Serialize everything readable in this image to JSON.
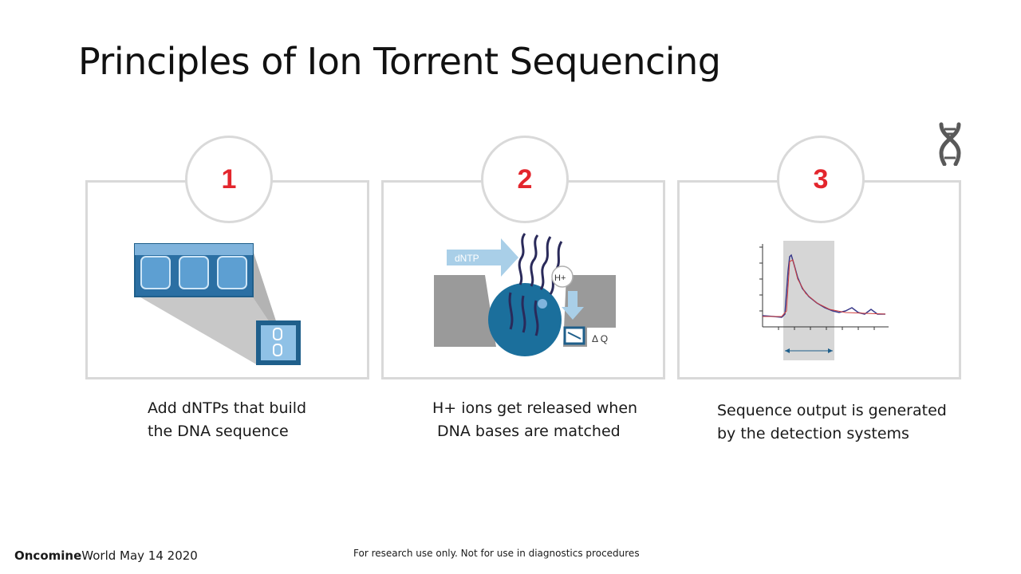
{
  "slide": {
    "title": "Principles of Ion Torrent Sequencing"
  },
  "logo": {
    "icon": "dna-helix-icon",
    "color": "#595959"
  },
  "steps": [
    {
      "number": "1",
      "caption_line1": "Add dNTPs that build",
      "caption_line2": "the DNA sequence"
    },
    {
      "number": "2",
      "caption_line1": "H+ ions get released when",
      "caption_line2": "DNA bases are matched",
      "labels": {
        "arrow": "dNTP",
        "ion": "H+",
        "sensor": "Δ Q"
      }
    },
    {
      "number": "3",
      "caption_line1": "Sequence output is generated",
      "caption_line2": "by the detection systems"
    }
  ],
  "footer": {
    "brand_bold": "Oncomine",
    "brand_rest": "World May 14 2020",
    "disclaimer": "For research use only.  Not for use in diagnostics procedures"
  },
  "colors": {
    "accent_number": "#e3262d",
    "panel_border": "#d9d9d9",
    "chip_blue": "#1f5f8b",
    "bead_blue": "#1b6f9c",
    "arrow_light_blue": "#a9cfe8",
    "well_gray": "#9a9a9a"
  }
}
